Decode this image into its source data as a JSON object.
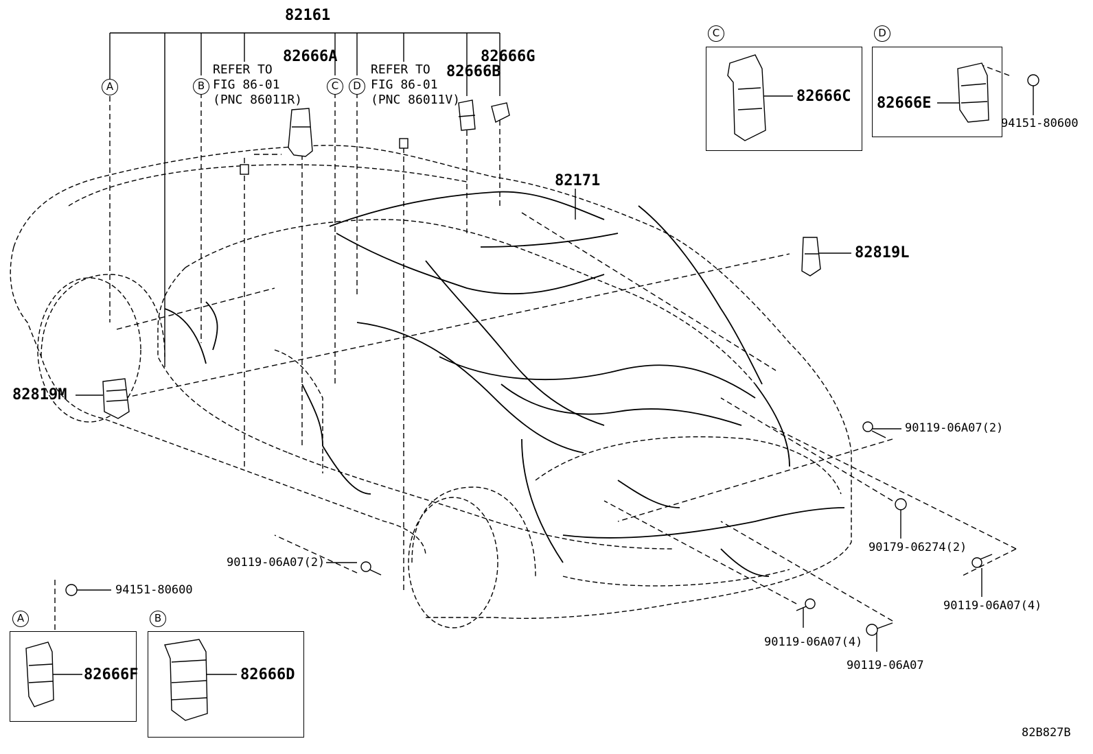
{
  "labels": {
    "p82161": "82161",
    "p82171": "82171",
    "p82666A": "82666A",
    "p82666B": "82666B",
    "p82666G": "82666G",
    "p82666C": "82666C",
    "p82666E": "82666E",
    "p82666F": "82666F",
    "p82666D": "82666D",
    "p82819L": "82819L",
    "p82819M": "82819M",
    "p94151_top": "94151-80600",
    "p94151_bottom": "94151-80600",
    "p90119_right_2": "90119-06A07(2)",
    "p90179": "90179-06274(2)",
    "p90119_right_4": "90119-06A07(4)",
    "p90119_left_2": "90119-06A07(2)",
    "p90119_bottom_4": "90119-06A07(4)",
    "p90119_bottom": "90119-06A07",
    "diagram_code": "82B827B"
  },
  "refer": {
    "left": {
      "line1": "REFER TO",
      "line2": "FIG 86-01",
      "line3": "(PNC 86011R)"
    },
    "right": {
      "line1": "REFER TO",
      "line2": "FIG 86-01",
      "line3": "(PNC 86011V)"
    }
  },
  "callouts": {
    "A": "A",
    "B": "B",
    "C": "C",
    "D": "D"
  }
}
